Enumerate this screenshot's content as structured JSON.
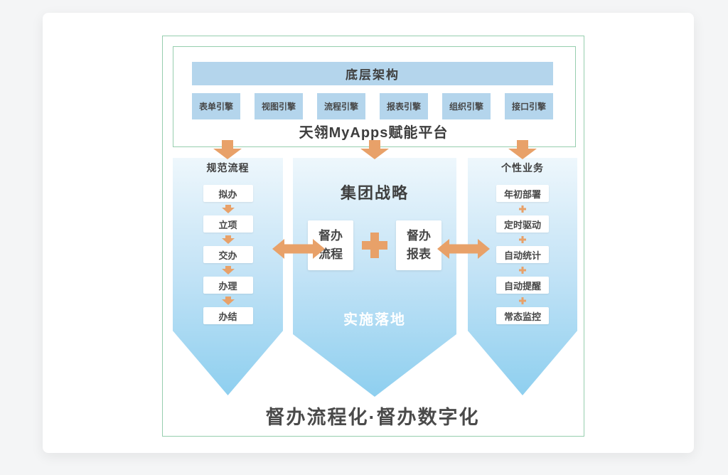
{
  "frame": {
    "architecture_title": "底层架构",
    "engines": [
      "表单引擎",
      "视图引擎",
      "流程引擎",
      "报表引擎",
      "组织引擎",
      "接口引擎"
    ],
    "platform_name": "天翎MyApps赋能平台"
  },
  "left_funnel": {
    "title": "规范流程",
    "steps": [
      "拟办",
      "立项",
      "交办",
      "办理",
      "办结"
    ]
  },
  "middle_funnel": {
    "title": "集团战略",
    "process_box": {
      "line1": "督办",
      "line2": "流程"
    },
    "report_box": {
      "line1": "督办",
      "line2": "报表"
    },
    "footer": "实施落地"
  },
  "right_funnel": {
    "title": "个性业务",
    "steps": [
      "年初部署",
      "定时驱动",
      "自动统计",
      "自动提醒",
      "常态监控"
    ]
  },
  "bottom_title": "督办流程化·督办数字化",
  "colors": {
    "accent_orange": "#e8a169",
    "box_blue": "#b4d5ec",
    "frame_green": "#96ceae",
    "funnel_blue_top": "#eef7fc",
    "funnel_blue_bottom": "#8ecfef",
    "text_dark": "#3f3f3f"
  }
}
